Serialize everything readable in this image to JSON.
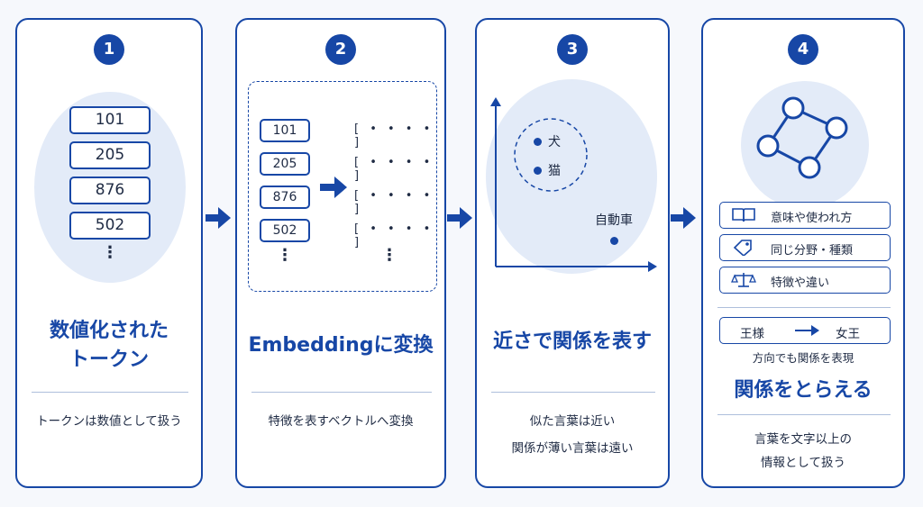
{
  "colors": {
    "primary": "#1747a6",
    "blob": "#e3ebf8",
    "text": "#1f2b44"
  },
  "step1": {
    "number": "1",
    "tokens": [
      "101",
      "205",
      "876",
      "502"
    ],
    "more": "⋮",
    "title_line1": "数値化された",
    "title_line2": "トークン",
    "caption": "トークンは数値として扱う"
  },
  "step2": {
    "number": "2",
    "tokens": [
      "101",
      "205",
      "876",
      "502"
    ],
    "vector": "[ • • • • ]",
    "more": "⋮",
    "title": "Embeddingに変換",
    "caption": "特徴を表すベクトルへ変換"
  },
  "step3": {
    "number": "3",
    "points": [
      "犬",
      "猫",
      "自動車"
    ],
    "title": "近さで関係を表す",
    "caption_line1": "似た言葉は近い",
    "caption_line2": "関係が薄い言葉は遠い"
  },
  "step4": {
    "number": "4",
    "features": [
      {
        "icon": "book-icon",
        "label": "意味や使われ方"
      },
      {
        "icon": "tag-icon",
        "label": "同じ分野・種類"
      },
      {
        "icon": "scale-icon",
        "label": "特徴や違い"
      }
    ],
    "analogy_from": "王様",
    "analogy_to": "女王",
    "analogy_note": "方向でも関係を表現",
    "title": "関係をとらえる",
    "caption_line1": "言葉を文字以上の",
    "caption_line2": "情報として扱う"
  }
}
